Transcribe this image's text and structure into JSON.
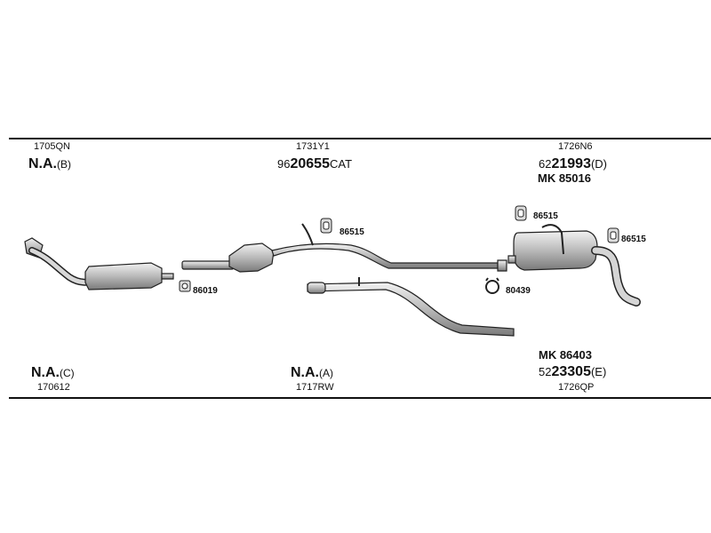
{
  "left_top": {
    "code": "1705QN",
    "na": "N.A.",
    "suffix": "(B)"
  },
  "center_top": {
    "code": "1731Y1",
    "num_prefix": "96",
    "num_core": "20655",
    "num_suffix": "CAT"
  },
  "right_top": {
    "code": "1726N6",
    "num_prefix": "62",
    "num_core": "21993",
    "num_suffix": "(D)",
    "mk": "MK  85016"
  },
  "left_bottom": {
    "na": "N.A.",
    "suffix": "(C)",
    "code": "170612"
  },
  "center_bottom": {
    "na": "N.A.",
    "suffix": "(A)",
    "code": "1717RW"
  },
  "right_bottom": {
    "mk": "MK  86403",
    "num_prefix": "52",
    "num_core": "23305",
    "num_suffix": "(E)",
    "code": "1726QP"
  },
  "part_labels": {
    "clamp_left": "86019",
    "hanger_center": "86515",
    "clamp_center": "80439",
    "hanger_right_1": "86515",
    "hanger_right_2": "86515"
  }
}
